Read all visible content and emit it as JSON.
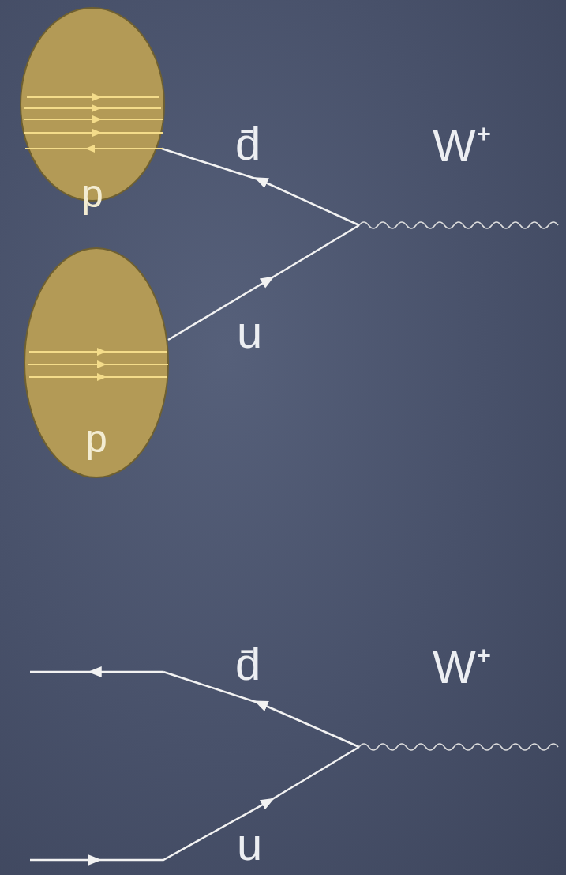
{
  "diagram": {
    "nodes": [
      {
        "text": [
          "p"
        ]
      },
      {
        "text": [
          "p"
        ]
      }
    ],
    "labels": [
      "d̄",
      "W⁺",
      "u",
      "d̄",
      "W⁺",
      "u"
    ]
  }
}
